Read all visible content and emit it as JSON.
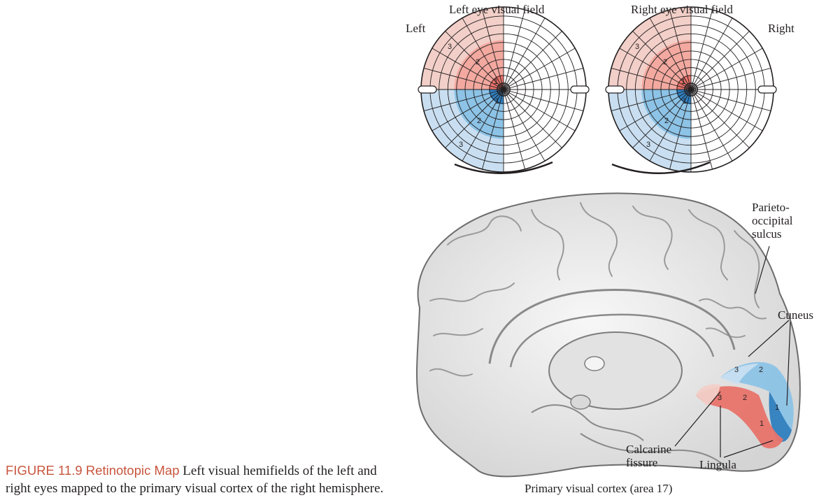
{
  "labels": {
    "left_eye_title": "Left eye visual field",
    "right_eye_title": "Right eye visual field",
    "left_side": "Left",
    "right_side": "Right",
    "parieto_occipital": "Parieto-\noccipital\nsulcus",
    "cuneus": "Cuneus",
    "calcarine": "Calcarine\nfissure",
    "lingula": "Lingula",
    "primary_visual_cortex": "Primary visual cortex (area 17)"
  },
  "field_numbers": [
    "1",
    "2",
    "3"
  ],
  "caption": {
    "title": "FIGURE 11.9  Retinotopic Map",
    "text": "Left visual hemifields of the left and\nright eyes mapped to the primary visual cortex of the right hemisphere."
  },
  "colors": {
    "upper_field_dark": "#e8736a",
    "upper_field_mid": "#f3a9a0",
    "upper_field_light": "#f2cfc8",
    "lower_field_dark": "#2f7fbf",
    "lower_field_mid": "#8cc3e6",
    "lower_field_light": "#c9dff1",
    "caption_accent": "#c8553d",
    "brain_fill": "#ececec"
  }
}
